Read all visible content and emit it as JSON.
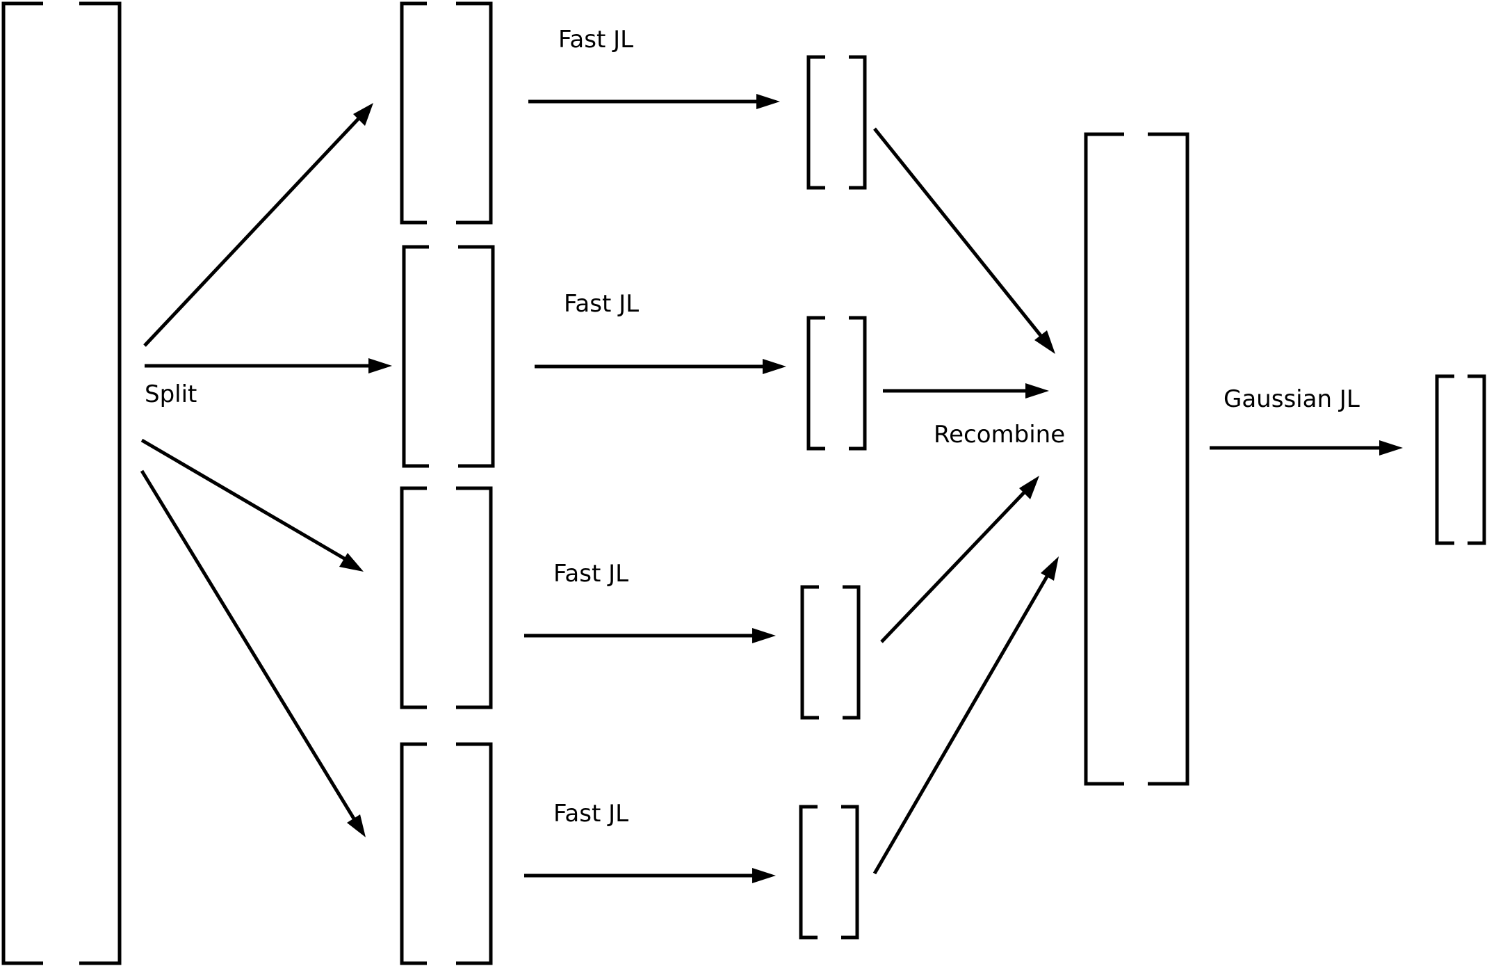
{
  "labels": {
    "split": "Split",
    "fast_jl_1": "Fast JL",
    "fast_jl_2": "Fast JL",
    "fast_jl_3": "Fast JL",
    "fast_jl_4": "Fast JL",
    "recombine": "Recombine",
    "gaussian_jl": "Gaussian JL"
  },
  "colors": {
    "stroke": "#000000",
    "background": "#ffffff"
  }
}
